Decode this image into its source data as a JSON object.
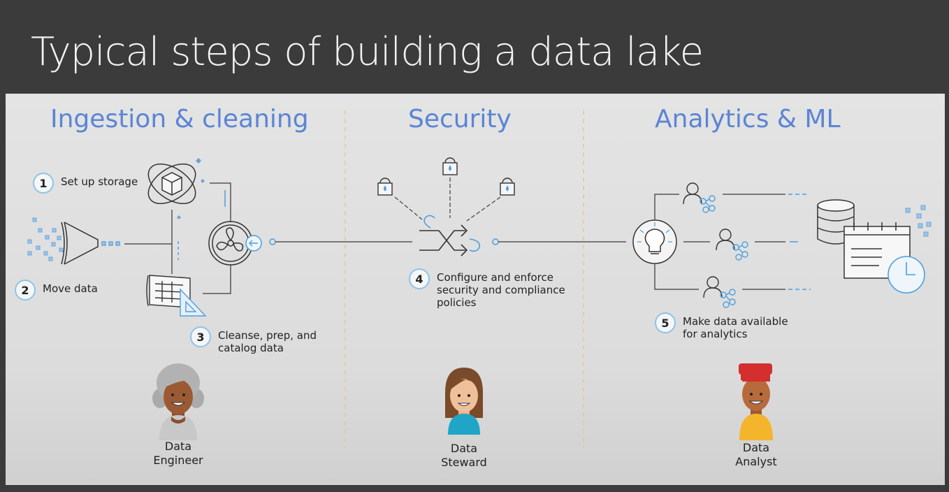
{
  "slide": {
    "title": "Typical steps of building a data lake"
  },
  "sections": [
    {
      "title": "Ingestion & cleaning"
    },
    {
      "title": "Security"
    },
    {
      "title": "Analytics & ML"
    }
  ],
  "steps": [
    {
      "number": "1",
      "label": "Set up storage"
    },
    {
      "number": "2",
      "label": "Move data"
    },
    {
      "number": "3",
      "label": "Cleanse, prep, and\ncatalog data"
    },
    {
      "number": "4",
      "label": "Configure and enforce\nsecurity and compliance\npolicies"
    },
    {
      "number": "5",
      "label": "Make data available\nfor analytics"
    }
  ],
  "personas": [
    {
      "label": "Data\nEngineer"
    },
    {
      "label": "Data\nSteward"
    },
    {
      "label": "Data\nAnalyst"
    }
  ],
  "colors": {
    "accent_blue": "#5b84d6",
    "icon_blue": "#4d9fe0",
    "line_gray": "#555555",
    "divider_gold": "#e8c98a",
    "background": "#3b3b3b",
    "panel": "#e3e4e3"
  },
  "icons": [
    "atom-cube-icon",
    "funnel-icon",
    "fan-icon",
    "blueprint-icon",
    "lock-icon",
    "shuffle-icon",
    "lightbulb-icon",
    "user-network-icon",
    "database-icon",
    "calendar-icon",
    "clock-icon"
  ]
}
